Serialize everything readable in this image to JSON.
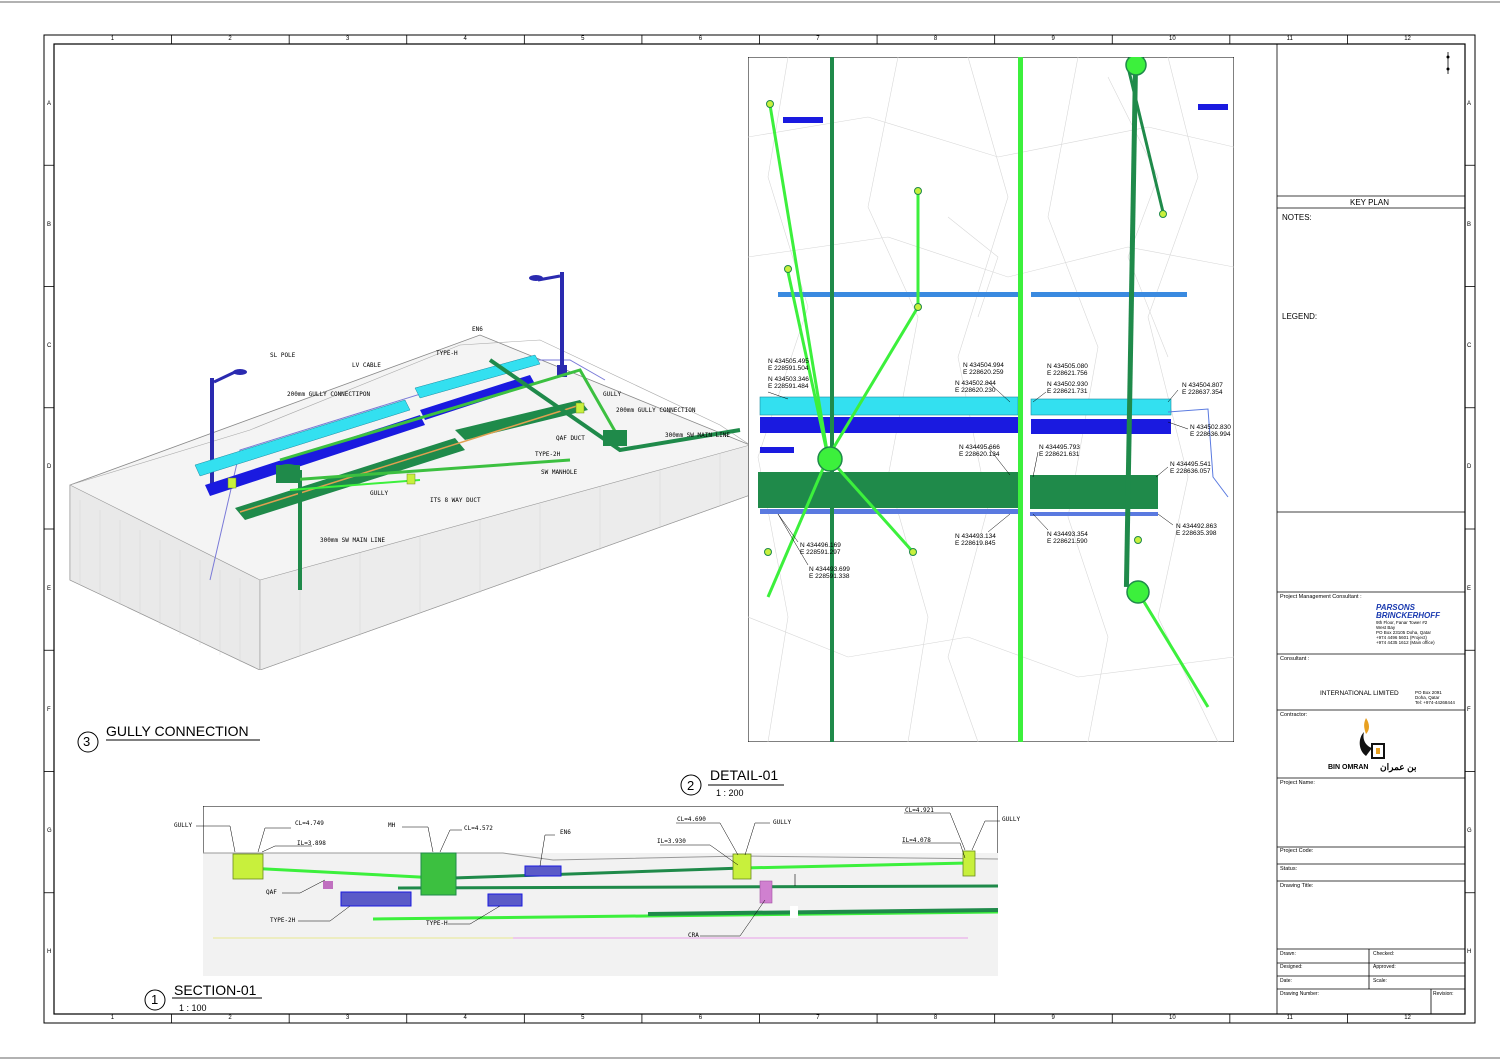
{
  "grid": {
    "columns": [
      "1",
      "2",
      "3",
      "4",
      "5",
      "6",
      "7",
      "8",
      "9",
      "10",
      "11",
      "12"
    ],
    "rows": [
      "A",
      "B",
      "C",
      "D",
      "E",
      "F",
      "G",
      "H"
    ]
  },
  "view3": {
    "number": "3",
    "title": "GULLY CONNECTION",
    "labels": {
      "sl_pole": "SL POLE",
      "lv_cable": "LV CABLE",
      "type_h": "TYPE-H",
      "en6": "EN6",
      "gully_conn_200_left": "200mm GULLY CONNECTIPON",
      "gully_top": "GULLY",
      "gully_conn_200_right": "200mm GULLY CONNECTION",
      "qaf_duct": "QAF DUCT",
      "main_300_right": "300mm SW MAIN LINE",
      "type_2h": "TYPE-2H",
      "sw_manhole": "SW MANHOLE",
      "gully_mid": "GULLY",
      "its_duct": "ITS 8 WAY DUCT",
      "main_300_bottom": "300mm SW MAIN LINE"
    }
  },
  "view2": {
    "number": "2",
    "title": "DETAIL-01",
    "scale": "1 : 200",
    "coords": [
      {
        "n": "N 434505.495",
        "e": "E 228591.504"
      },
      {
        "n": "N 434503.346",
        "e": "E 228591.484"
      },
      {
        "n": "N 434504.994",
        "e": "E 228620.259"
      },
      {
        "n": "N 434502.844",
        "e": "E 228620.230"
      },
      {
        "n": "N 434505.080",
        "e": "E 228621.756"
      },
      {
        "n": "N 434502.930",
        "e": "E 228621.731"
      },
      {
        "n": "N 434504.807",
        "e": "E 228637.354"
      },
      {
        "n": "N 434502.830",
        "e": "E 228636.994"
      },
      {
        "n": "N 434495.666",
        "e": "E 228620.134"
      },
      {
        "n": "N 434495.793",
        "e": "E 228621.631"
      },
      {
        "n": "N 434495.541",
        "e": "E 228636.057"
      },
      {
        "n": "N 434492.863",
        "e": "E 228635.398"
      },
      {
        "n": "N 434493.134",
        "e": "E 228619.845"
      },
      {
        "n": "N 434493.354",
        "e": "E 228621.590"
      },
      {
        "n": "N 434496.169",
        "e": "E 228591.297"
      },
      {
        "n": "N 434493.699",
        "e": "E 228591.338"
      }
    ]
  },
  "view1": {
    "number": "1",
    "title": "SECTION-01",
    "scale": "1 : 100",
    "labels": {
      "gully_left": "GULLY",
      "cl_1": "CL=4.749",
      "il_1": "IL=3.898",
      "mh": "MH",
      "cl_2": "CL=4.572",
      "en6": "EN6",
      "cl_3": "CL=4.690",
      "gully_mid": "GULLY",
      "il_3": "IL=3.930",
      "cl_4": "CL=4.921",
      "gully_right": "GULLY",
      "il_4": "IL=4.078",
      "qaf": "QAF",
      "type_2h": "TYPE-2H",
      "type_h": "TYPE-H",
      "cra": "CRA"
    }
  },
  "title_block": {
    "key_plan": "KEY PLAN",
    "notes": "NOTES:",
    "legend": "LEGEND:",
    "pmc_label": "Project Management Consultant :",
    "pb_name_1": "PARSONS",
    "pb_name_2": "BRINCKERHOFF",
    "pb_address": [
      "9th Floor, Fanar Tower #2",
      "West Bay",
      "PO Box 23105 Doha, Qatar",
      "+974 4496 5601 (Project)",
      "+974 4435 1612 (Main office)"
    ],
    "consultant_label": "Consultant :",
    "consultant_name": "INTERNATIONAL LIMITED",
    "consultant_address": [
      "PO Box 2091",
      "Doha, Qatar",
      "Tel: +974-44268444"
    ],
    "contractor_label": "Contractor:",
    "contractor_logo_en": "BIN OMRAN",
    "contractor_logo_ar": "بن عمران",
    "project_name": "Project Name:",
    "project_code": "Project Code:",
    "status": "Status:",
    "drawing_title": "Drawing Title:",
    "drawn": "Drawn:",
    "checked": "Checked:",
    "designed": "Designed:",
    "approved": "Approved:",
    "date": "Date:",
    "scale": "Scale:",
    "drawing_number": "Drawing Number:",
    "revision": "Revision:"
  },
  "colors": {
    "cyan_duct": "#33e0f0",
    "blue_duct": "#1a1ae0",
    "dark_green": "#1f8a4a",
    "bright_green": "#3cf03c",
    "pole_blue": "#2a2ab0",
    "yellow_green": "#c8f03c"
  }
}
